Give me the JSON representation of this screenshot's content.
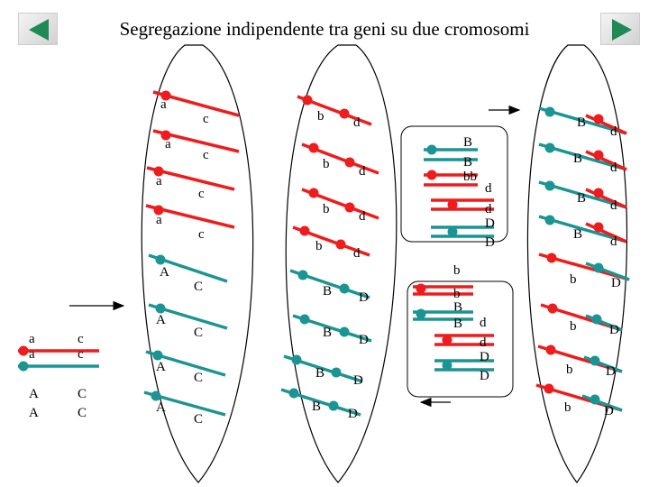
{
  "title": "Segregazione indipendente tra geni su due cromosomi",
  "nav": {
    "prev_icon": "play-left-icon",
    "next_icon": "play-right-icon"
  },
  "colors": {
    "red": "#ee1c1c",
    "teal": "#1a9593",
    "nav_green": "#1f8a55"
  },
  "legend": {
    "rows": [
      {
        "left": "a",
        "right": "c",
        "line": "none"
      },
      {
        "left": "a",
        "right": "c",
        "line": "red"
      },
      {
        "left": "A",
        "right": "C",
        "line": "teal"
      },
      {
        "left": "A",
        "right": "C",
        "line": "teal"
      }
    ]
  },
  "cell1": {
    "red_rows": [
      {
        "left": "a",
        "right": "c"
      },
      {
        "left": "a",
        "right": "c"
      },
      {
        "left": "a",
        "right": "c"
      },
      {
        "left": "a",
        "right": "c"
      }
    ],
    "teal_rows": [
      {
        "left": "A",
        "right": "C"
      },
      {
        "left": "A",
        "right": "C"
      },
      {
        "left": "A",
        "right": "C"
      },
      {
        "left": "A",
        "right": "C"
      }
    ]
  },
  "cell2": {
    "red_rows": [
      {
        "left": "b",
        "right": "d"
      },
      {
        "left": "b",
        "right": "d"
      },
      {
        "left": "b",
        "right": "d"
      },
      {
        "left": "b",
        "right": "d"
      }
    ],
    "teal_rows": [
      {
        "left": "B",
        "right": "D"
      },
      {
        "left": "B",
        "right": "D"
      },
      {
        "left": "B",
        "right": "D"
      },
      {
        "left": "B",
        "right": "D"
      }
    ]
  },
  "box_top": {
    "labels": [
      "B",
      "B",
      "bb",
      "d",
      "d",
      "D",
      "D"
    ]
  },
  "box_bottom": {
    "labels": [
      "b",
      "b",
      "B",
      "B",
      "d",
      "d",
      "D",
      "D"
    ]
  },
  "cell4": {
    "red_rows": [
      {
        "left": "B",
        "right": "d"
      },
      {
        "left": "B",
        "right": "d"
      },
      {
        "left": "B",
        "right": "d"
      },
      {
        "left": "B",
        "right": "d"
      }
    ],
    "teal_rows": [
      {
        "left": "b",
        "right": "D"
      },
      {
        "left": "b",
        "right": "D"
      },
      {
        "left": "b",
        "right": "D"
      },
      {
        "left": "b",
        "right": "D"
      }
    ]
  }
}
